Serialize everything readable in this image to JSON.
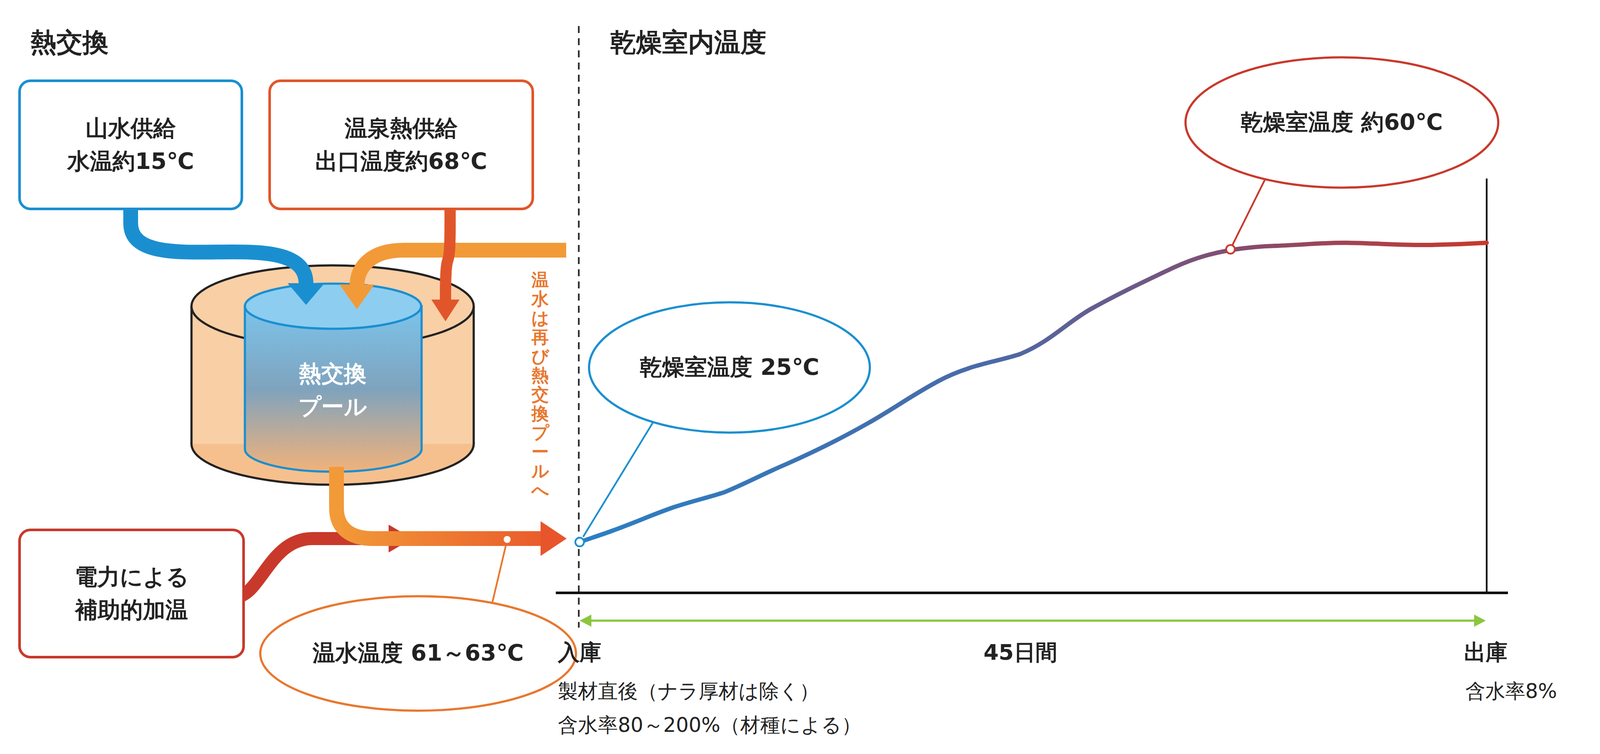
{
  "diagram": {
    "nodes": [
      {
        "text": [
          "山水供給 水温約15℃"
        ]
      },
      {
        "text": [
          "温泉熱供給 出口温度約68℃"
        ]
      },
      {
        "text": [
          "熱交換 プール"
        ]
      },
      {
        "text": [
          "電力による 補助的加温"
        ]
      },
      {
        "text": [
          "温水温度 61～63℃"
        ]
      },
      {
        "text": [
          "乾燥室温度 25℃"
        ]
      },
      {
        "text": [
          "乾燥室温度 約60℃"
        ]
      }
    ],
    "edges": [
      {
        "from": 0,
        "to": 2,
        "arrow": "to"
      },
      {
        "from": 1,
        "to": 2,
        "arrow": "to"
      }
    ],
    "labels": [
      "熱交換",
      "乾燥室内温度",
      "温水は再び熱交換プールへ",
      "入庫",
      "45日間",
      "出庫",
      "製材直後（ナラ厚材は除く）",
      "含水率80～200%（材種による）",
      "含水率8%"
    ]
  }
}
